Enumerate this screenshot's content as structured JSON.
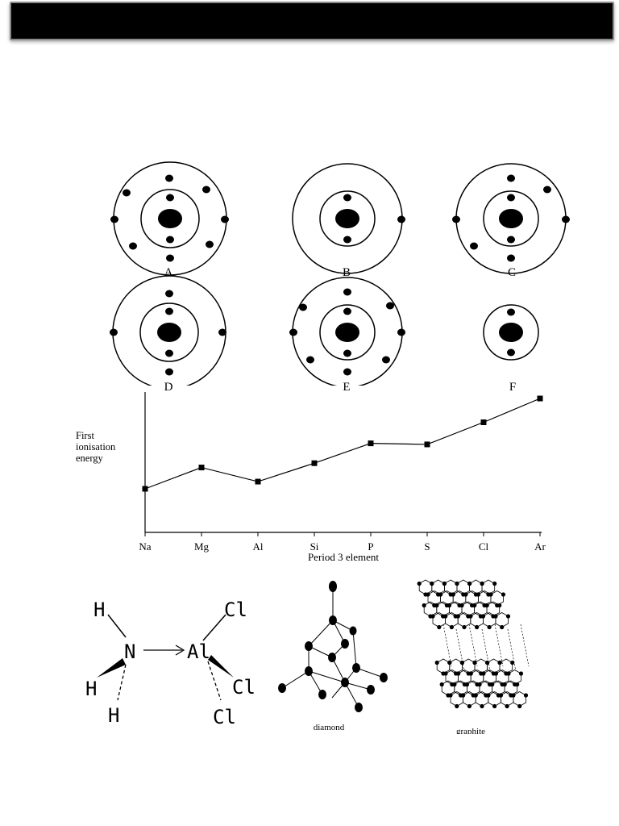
{
  "atoms": [
    {
      "label": "A"
    },
    {
      "label": "B"
    },
    {
      "label": "C"
    },
    {
      "label": "D"
    },
    {
      "label": "E"
    },
    {
      "label": "F"
    }
  ],
  "chart_data": {
    "type": "line",
    "categories": [
      "Na",
      "Mg",
      "Al",
      "Si",
      "P",
      "S",
      "Cl",
      "Ar"
    ],
    "values": [
      496,
      738,
      578,
      787,
      1012,
      1000,
      1251,
      1521
    ],
    "title": "",
    "ylabel": "First ionisation energy",
    "xlabel": "Period 3 element",
    "grid": false
  },
  "molecule": {
    "left_center": "N",
    "left_atoms": [
      "H",
      "H",
      "H"
    ],
    "arrow": "→",
    "right_center": "Al",
    "right_atoms": [
      "Cl",
      "Cl",
      "Cl"
    ]
  },
  "structures": {
    "diamond_label": "diamond",
    "graphite_label": "graphite"
  }
}
